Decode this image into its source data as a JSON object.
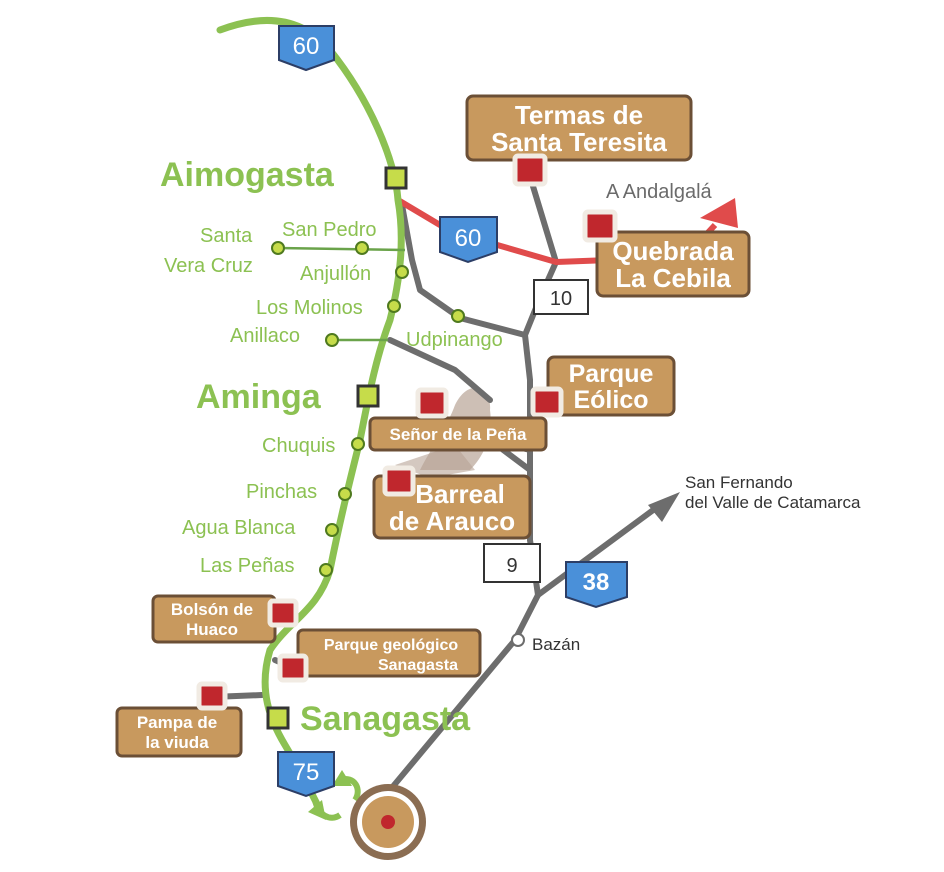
{
  "towns": {
    "aimogasta": "Aimogasta",
    "aminga": "Aminga",
    "sanagasta": "Sanagasta"
  },
  "localities": {
    "santa": "Santa",
    "vera_cruz": "Vera Cruz",
    "san_pedro": "San Pedro",
    "anjullon": "Anjullón",
    "los_molinos": "Los Molinos",
    "anillaco": "Anillaco",
    "udpinango": "Udpinango",
    "chuquis": "Chuquis",
    "pinchas": "Pinchas",
    "agua_blanca": "Agua Blanca",
    "las_penas": "Las Peñas",
    "bazan": "Bazán"
  },
  "attractions": {
    "termas": [
      "Termas de",
      "Santa Teresita"
    ],
    "quebrada": [
      "Quebrada",
      "La Cebila"
    ],
    "parque_eolico": [
      "Parque",
      "Eólico"
    ],
    "senor_pena": "Señor de la Peña",
    "barreal": [
      "Barreal",
      "de Arauco"
    ],
    "bolson": [
      "Bolsón de",
      "Huaco"
    ],
    "parque_geo": [
      "Parque geológico",
      "Sanagasta"
    ],
    "pampa": [
      "Pampa de",
      "la viuda"
    ]
  },
  "directions": {
    "andalgala": "A Andalgalá",
    "san_fernando": [
      "San Fernando",
      "del Valle de Catamarca"
    ]
  },
  "routes": {
    "national": [
      "60",
      "60",
      "38",
      "75"
    ],
    "provincial": [
      "10",
      "9"
    ]
  },
  "colors": {
    "route_green": "#8cc152",
    "route_red": "#e04b4b",
    "route_gray": "#6d6d6d",
    "poi_fill": "#c8995e",
    "poi_marker": "#c0272d",
    "shield_blue": "#4a90d9"
  }
}
